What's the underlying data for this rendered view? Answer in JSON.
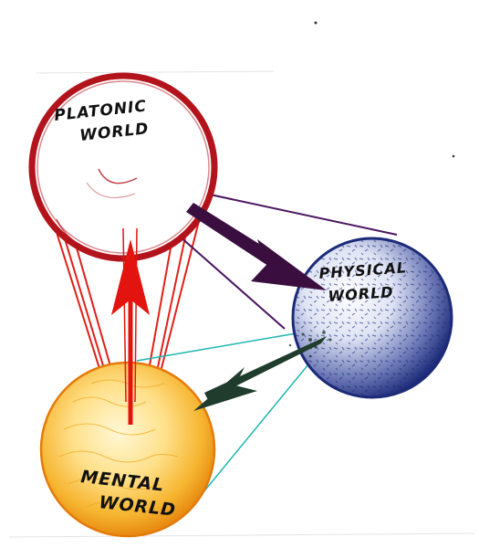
{
  "diagram": {
    "worlds": {
      "platonic": {
        "line1": "PLATONIC",
        "line2": "WORLD",
        "color": "#b3141c"
      },
      "physical": {
        "line1": "PHYSICAL",
        "line2": "WORLD",
        "color": "#1c2a78"
      },
      "mental": {
        "line1": "MENTAL",
        "line2": "WORLD",
        "color": "#e9a20a"
      }
    },
    "arrows": {
      "platonic_to_physical": {
        "color": "#3a0f3f"
      },
      "mental_to_platonic": {
        "color": "#e3140f"
      },
      "physical_to_mental": {
        "color": "#1f3c2c"
      }
    },
    "cone_colors": {
      "platonic_to_mental": "#e0201a",
      "platonic_to_physical": "#4b1660",
      "physical_to_mental": "#1fb7b0"
    }
  }
}
